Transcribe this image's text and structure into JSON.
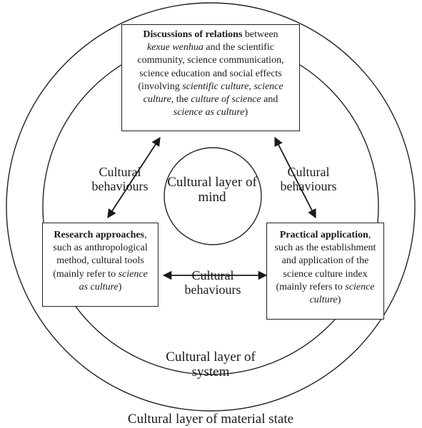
{
  "layers": {
    "mind": [
      "Cultural layer of",
      "mind"
    ],
    "system": [
      "Cultural layer of",
      "system"
    ],
    "material_state": "Cultural layer of material state"
  },
  "boxes": {
    "top": {
      "title": "Discussions of relations",
      "lines": [
        [
          {
            "t": "Discussions of relations",
            "s": "b"
          },
          {
            "t": " between"
          }
        ],
        [
          {
            "t": "kexue wenhua",
            "s": "i"
          },
          {
            "t": " and the scientific"
          }
        ],
        [
          {
            "t": "community, science communication,"
          }
        ],
        [
          {
            "t": "science education and social effects"
          }
        ],
        [
          {
            "t": "(involving "
          },
          {
            "t": "scientific culture, science",
            "s": "i"
          }
        ],
        [
          {
            "t": "culture",
            "s": "i"
          },
          {
            "t": ", the "
          },
          {
            "t": "culture of science",
            "s": "i"
          },
          {
            "t": " and"
          }
        ],
        [
          {
            "t": "science as culture",
            "s": "i"
          },
          {
            "t": ")"
          }
        ]
      ]
    },
    "left": {
      "title": "Research approaches",
      "lines": [
        [
          {
            "t": "Research approaches",
            "s": "b"
          },
          {
            "t": ","
          }
        ],
        [
          {
            "t": "such as anthropological"
          }
        ],
        [
          {
            "t": "method, cultural tools"
          }
        ],
        [
          {
            "t": "(mainly refer to "
          },
          {
            "t": "science",
            "s": "i"
          }
        ],
        [
          {
            "t": "as culture",
            "s": "i"
          },
          {
            "t": ")"
          }
        ]
      ]
    },
    "right": {
      "title": "Practical application",
      "lines": [
        [
          {
            "t": "Practical application",
            "s": "b"
          },
          {
            "t": ","
          }
        ],
        [
          {
            "t": "such as the establishment"
          }
        ],
        [
          {
            "t": "and application of the"
          }
        ],
        [
          {
            "t": "science culture index"
          }
        ],
        [
          {
            "t": "(mainly refers to "
          },
          {
            "t": "science",
            "s": "i"
          }
        ],
        [
          {
            "t": "culture",
            "s": "i"
          },
          {
            "t": ")"
          }
        ]
      ]
    }
  },
  "behaviours": {
    "left": [
      "Cultural",
      "behaviours"
    ],
    "right": [
      "Cultural",
      "behaviours"
    ],
    "bottom": [
      "Cultural",
      "behaviours"
    ]
  }
}
